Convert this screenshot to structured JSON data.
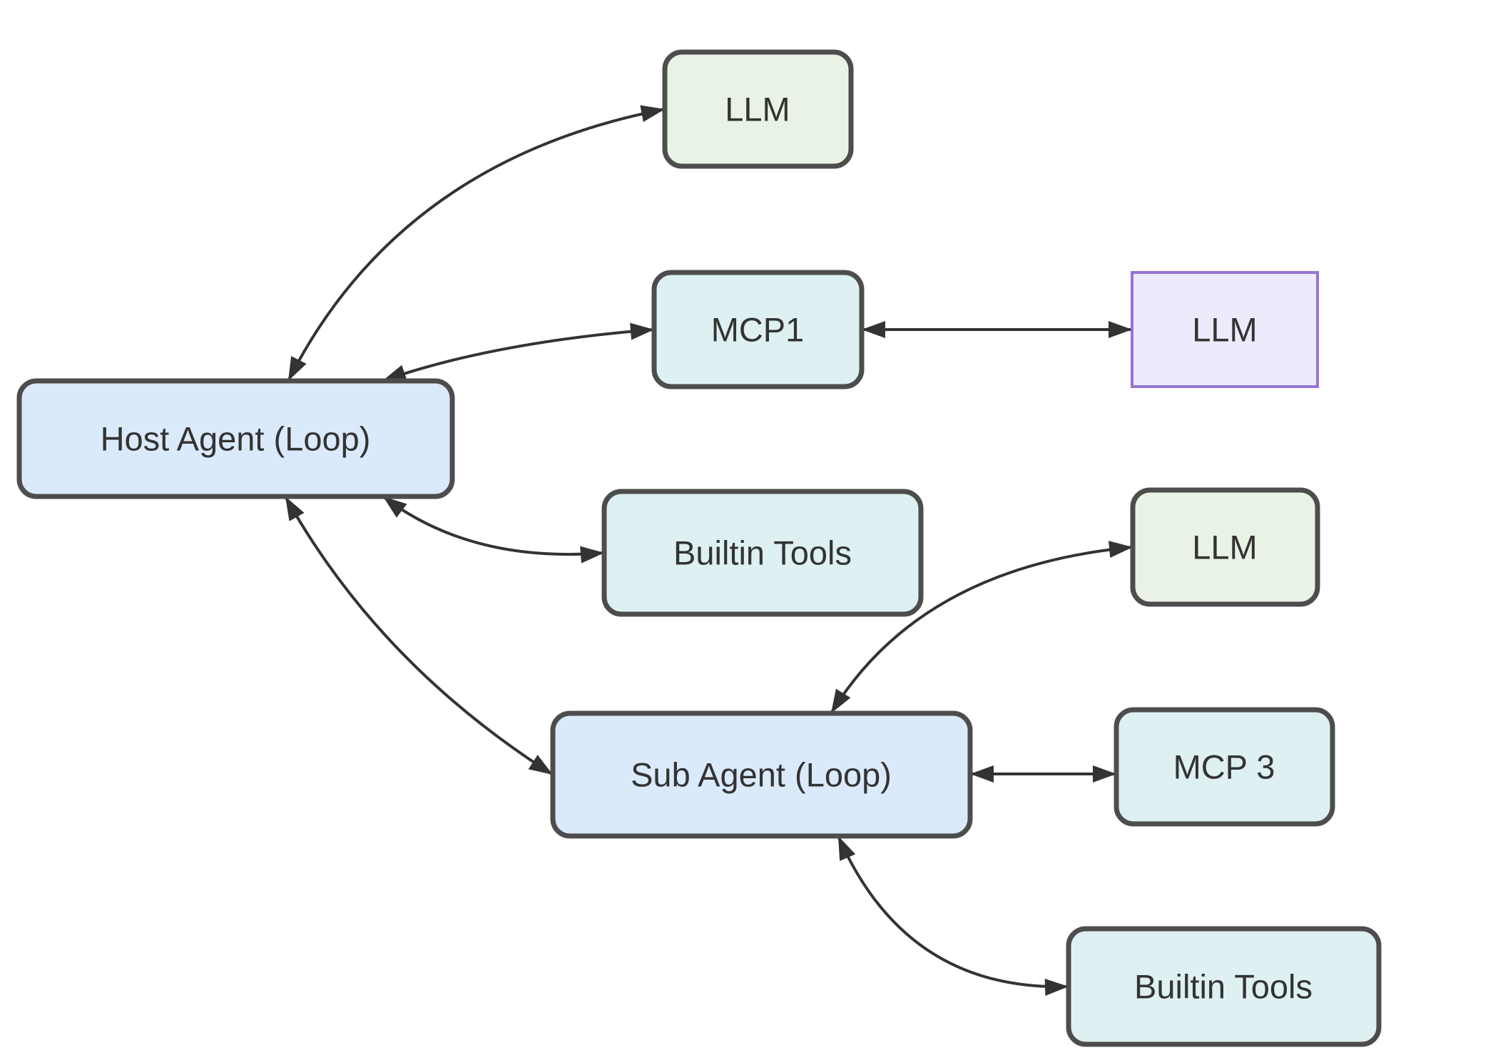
{
  "diagram": {
    "type": "flowchart",
    "background": "#ffffff",
    "nodes": [
      {
        "id": "llm-top",
        "label": "LLM",
        "shape": "rounded",
        "fill": "#e9f3e5",
        "stroke": "#4d4d4d"
      },
      {
        "id": "mcp1",
        "label": "MCP1",
        "shape": "rounded",
        "fill": "#def0f1",
        "stroke": "#4d4d4d"
      },
      {
        "id": "llm-mcp1",
        "label": "LLM",
        "shape": "rect",
        "fill": "#ecebfb",
        "stroke": "#9673d4"
      },
      {
        "id": "host-agent",
        "label": "Host Agent (Loop)",
        "shape": "rounded",
        "fill": "#dbeafb",
        "stroke": "#4d4d4d"
      },
      {
        "id": "builtin-tools-host",
        "label": "Builtin Tools",
        "shape": "rounded",
        "fill": "#def0f1",
        "stroke": "#4d4d4d"
      },
      {
        "id": "llm-sub",
        "label": "LLM",
        "shape": "rounded",
        "fill": "#e9f3e5",
        "stroke": "#4d4d4d"
      },
      {
        "id": "sub-agent",
        "label": "Sub Agent (Loop)",
        "shape": "rounded",
        "fill": "#dbeafb",
        "stroke": "#4d4d4d"
      },
      {
        "id": "mcp3",
        "label": "MCP 3",
        "shape": "rounded",
        "fill": "#def0f1",
        "stroke": "#4d4d4d"
      },
      {
        "id": "builtin-tools-sub",
        "label": "Builtin Tools",
        "shape": "rounded",
        "fill": "#def0f1",
        "stroke": "#4d4d4d"
      }
    ],
    "edges": [
      {
        "from": "host-agent",
        "to": "llm-top",
        "direction": "bidirectional",
        "style": "curved"
      },
      {
        "from": "host-agent",
        "to": "mcp1",
        "direction": "bidirectional",
        "style": "curved"
      },
      {
        "from": "mcp1",
        "to": "llm-mcp1",
        "direction": "bidirectional",
        "style": "straight"
      },
      {
        "from": "host-agent",
        "to": "builtin-tools-host",
        "direction": "bidirectional",
        "style": "curved"
      },
      {
        "from": "host-agent",
        "to": "sub-agent",
        "direction": "bidirectional",
        "style": "curved"
      },
      {
        "from": "sub-agent",
        "to": "llm-sub",
        "direction": "bidirectional",
        "style": "curved"
      },
      {
        "from": "sub-agent",
        "to": "mcp3",
        "direction": "bidirectional",
        "style": "straight"
      },
      {
        "from": "sub-agent",
        "to": "builtin-tools-sub",
        "direction": "bidirectional",
        "style": "curved"
      }
    ],
    "colors": {
      "node_blue": "#dbeafb",
      "node_green": "#e9f3e5",
      "node_teal": "#def0f1",
      "node_purple_fill": "#ecebfb",
      "node_purple_stroke": "#9673d4",
      "node_stroke": "#4d4d4d",
      "edge": "#333333",
      "text": "#333333"
    }
  }
}
